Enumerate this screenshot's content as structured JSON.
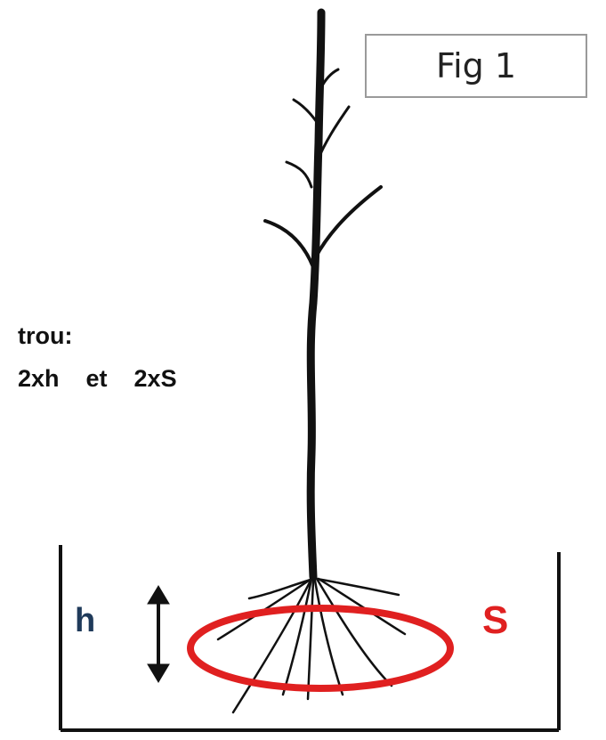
{
  "figure": {
    "label": "Fig 1"
  },
  "note": {
    "line1": "trou:",
    "line2": "2xh    et    2xS"
  },
  "dimensions": {
    "h_label": "h",
    "s_label": "S"
  },
  "colors": {
    "outline": "#111111",
    "root_ring": "#e02020",
    "h_label": "#1f3a5a",
    "s_label": "#e02020"
  }
}
